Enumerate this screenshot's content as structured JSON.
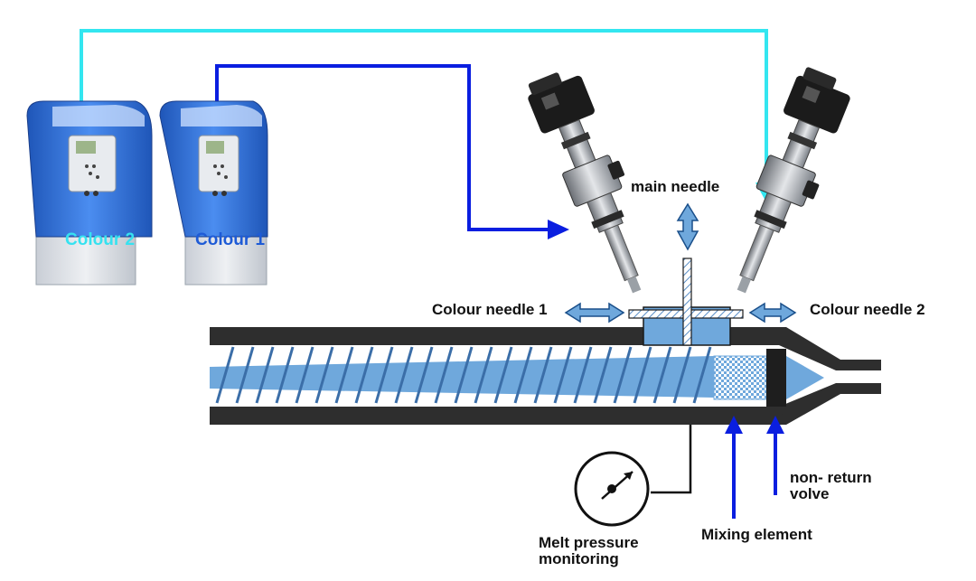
{
  "labels": {
    "colour2": "Colour 2",
    "colour1": "Colour 1",
    "main_needle": "main needle",
    "colour_needle_1": "Colour needle 1",
    "colour_needle_2": "Colour needle 2",
    "non_return_line1": "non- return",
    "non_return_line2": "volve",
    "mixing_element": "Mixing element",
    "melt_pressure_line1": "Melt pressure",
    "melt_pressure_line2": "monitoring"
  },
  "colors": {
    "cyan_line": "#33e6f0",
    "blue_line": "#0a1ee0",
    "arrow_blue": "#0a1ee0",
    "melt_fill": "#6fa8dc",
    "barrel": "#2e2e2e",
    "unit_body": "#2f6fd0",
    "unit_base": "#d9dde3"
  },
  "icons": {
    "dosing_unit": "dosing-unit-icon",
    "needle_valve": "needle-valve-icon",
    "pressure_gauge": "pressure-gauge-icon"
  }
}
